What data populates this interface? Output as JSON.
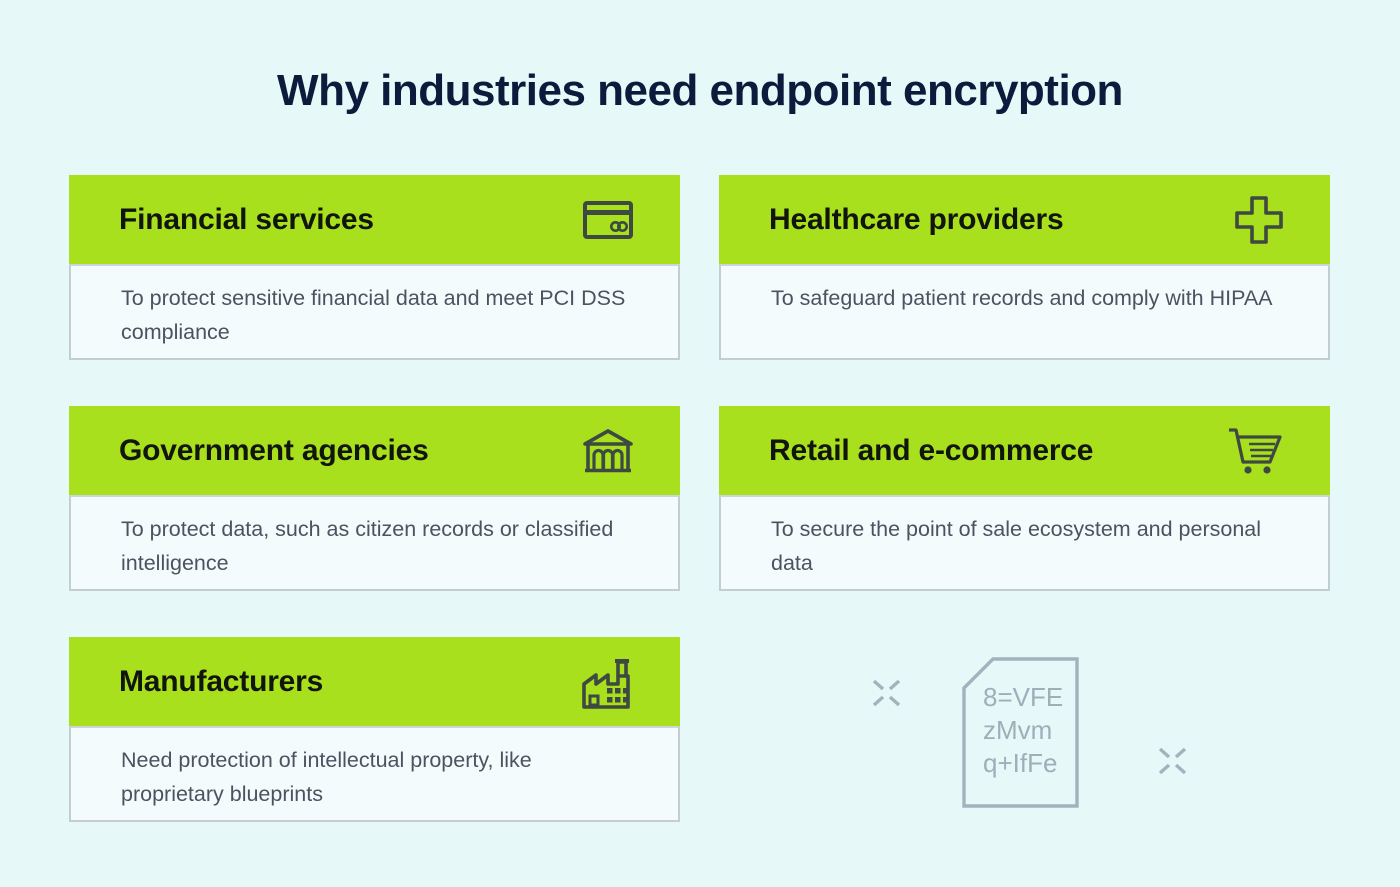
{
  "page": {
    "title": "Why industries need endpoint encryption"
  },
  "cards": [
    {
      "title": "Financial services",
      "icon": "credit-card-icon",
      "description": "To protect sensitive financial data and meet PCI DSS compliance"
    },
    {
      "title": "Healthcare providers",
      "icon": "medical-cross-icon",
      "description": "To safeguard patient records and comply with HIPAA"
    },
    {
      "title": "Government agencies",
      "icon": "bank-building-icon",
      "description": "To protect data, such as citizen records or classified intelligence"
    },
    {
      "title": "Retail and e-commerce",
      "icon": "shopping-cart-icon",
      "description": "To secure the point of sale ecosystem and personal data"
    },
    {
      "title": "Manufacturers",
      "icon": "factory-icon",
      "description": "Need protection of intellectual property, like proprietary blueprints"
    }
  ],
  "decor": {
    "encrypted_document": {
      "lines": [
        "8=VFE",
        "zMvm",
        "q+IfFe"
      ]
    }
  },
  "colors": {
    "page_background": "#e7f8f9",
    "accent_green": "#a8e01e",
    "title_navy": "#0c1b3c",
    "heading_text": "#11150b",
    "body_text": "#4a5460",
    "panel_background": "#f3fbfc",
    "panel_border": "#c3ced3",
    "icon_stroke": "#3e4942",
    "decor_gray": "#a3b2bd"
  }
}
